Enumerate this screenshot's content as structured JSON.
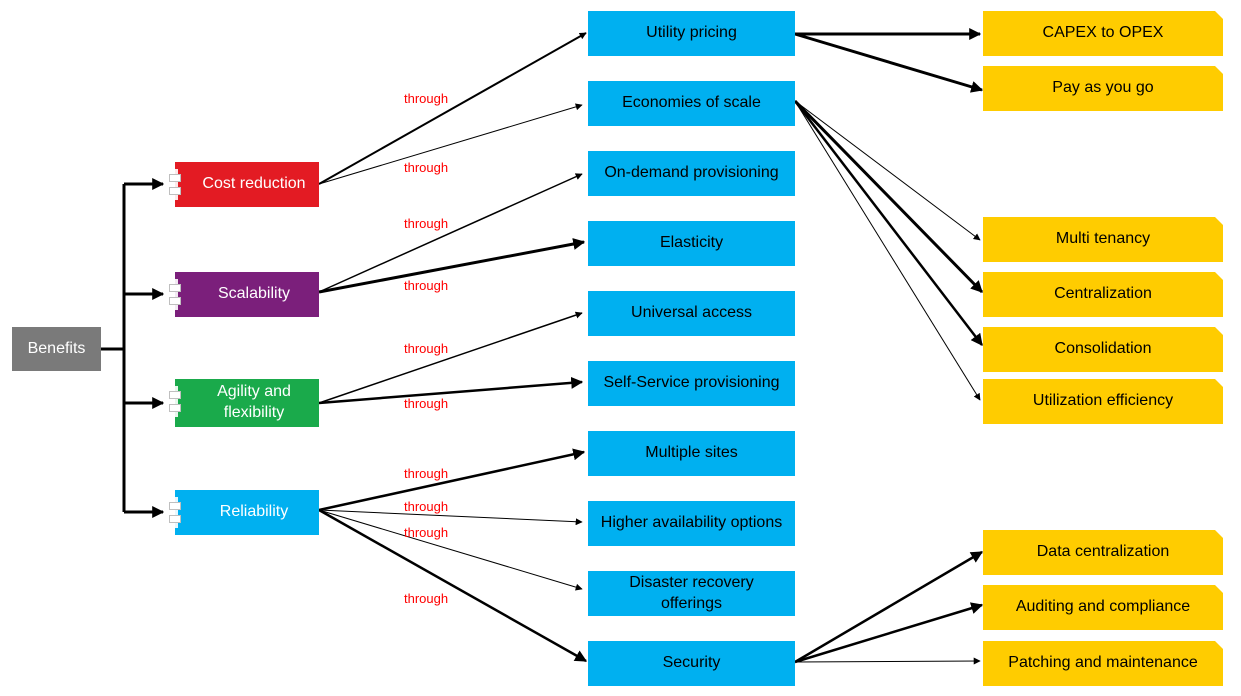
{
  "root": {
    "label": "Benefits",
    "color": "#7a7a7a"
  },
  "benefits": [
    {
      "id": "cost",
      "label": "Cost reduction",
      "color": "#e31b23"
    },
    {
      "id": "scal",
      "label": "Scalability",
      "color": "#7b1f7b"
    },
    {
      "id": "agil",
      "label": "Agility and flexibility",
      "color": "#1aaa4b"
    },
    {
      "id": "reli",
      "label": "Reliability",
      "color": "#00b0f0"
    }
  ],
  "mechanisms": [
    {
      "id": "util",
      "label": "Utility pricing"
    },
    {
      "id": "econ",
      "label": "Economies of scale"
    },
    {
      "id": "ondm",
      "label": "On-demand provisioning"
    },
    {
      "id": "elas",
      "label": "Elasticity"
    },
    {
      "id": "univ",
      "label": "Universal access"
    },
    {
      "id": "self",
      "label": "Self-Service provisioning"
    },
    {
      "id": "msite",
      "label": "Multiple sites"
    },
    {
      "id": "hava",
      "label": "Higher availability options"
    },
    {
      "id": "disr",
      "label": "Disaster recovery offerings"
    },
    {
      "id": "secu",
      "label": "Security"
    }
  ],
  "outcomes": [
    {
      "id": "capex",
      "label": "CAPEX to OPEX"
    },
    {
      "id": "payg",
      "label": "Pay as you go"
    },
    {
      "id": "mten",
      "label": "Multi tenancy"
    },
    {
      "id": "cent",
      "label": "Centralization"
    },
    {
      "id": "cons",
      "label": "Consolidation"
    },
    {
      "id": "ueff",
      "label": "Utilization efficiency"
    },
    {
      "id": "dcen",
      "label": "Data centralization"
    },
    {
      "id": "audc",
      "label": "Auditing and compliance"
    },
    {
      "id": "patm",
      "label": "Patching and maintenance"
    }
  ],
  "edge_label": "through",
  "colors": {
    "mechanism": "#00b0f0",
    "outcome": "#ffcc00",
    "edge_label": "#ff0000"
  }
}
